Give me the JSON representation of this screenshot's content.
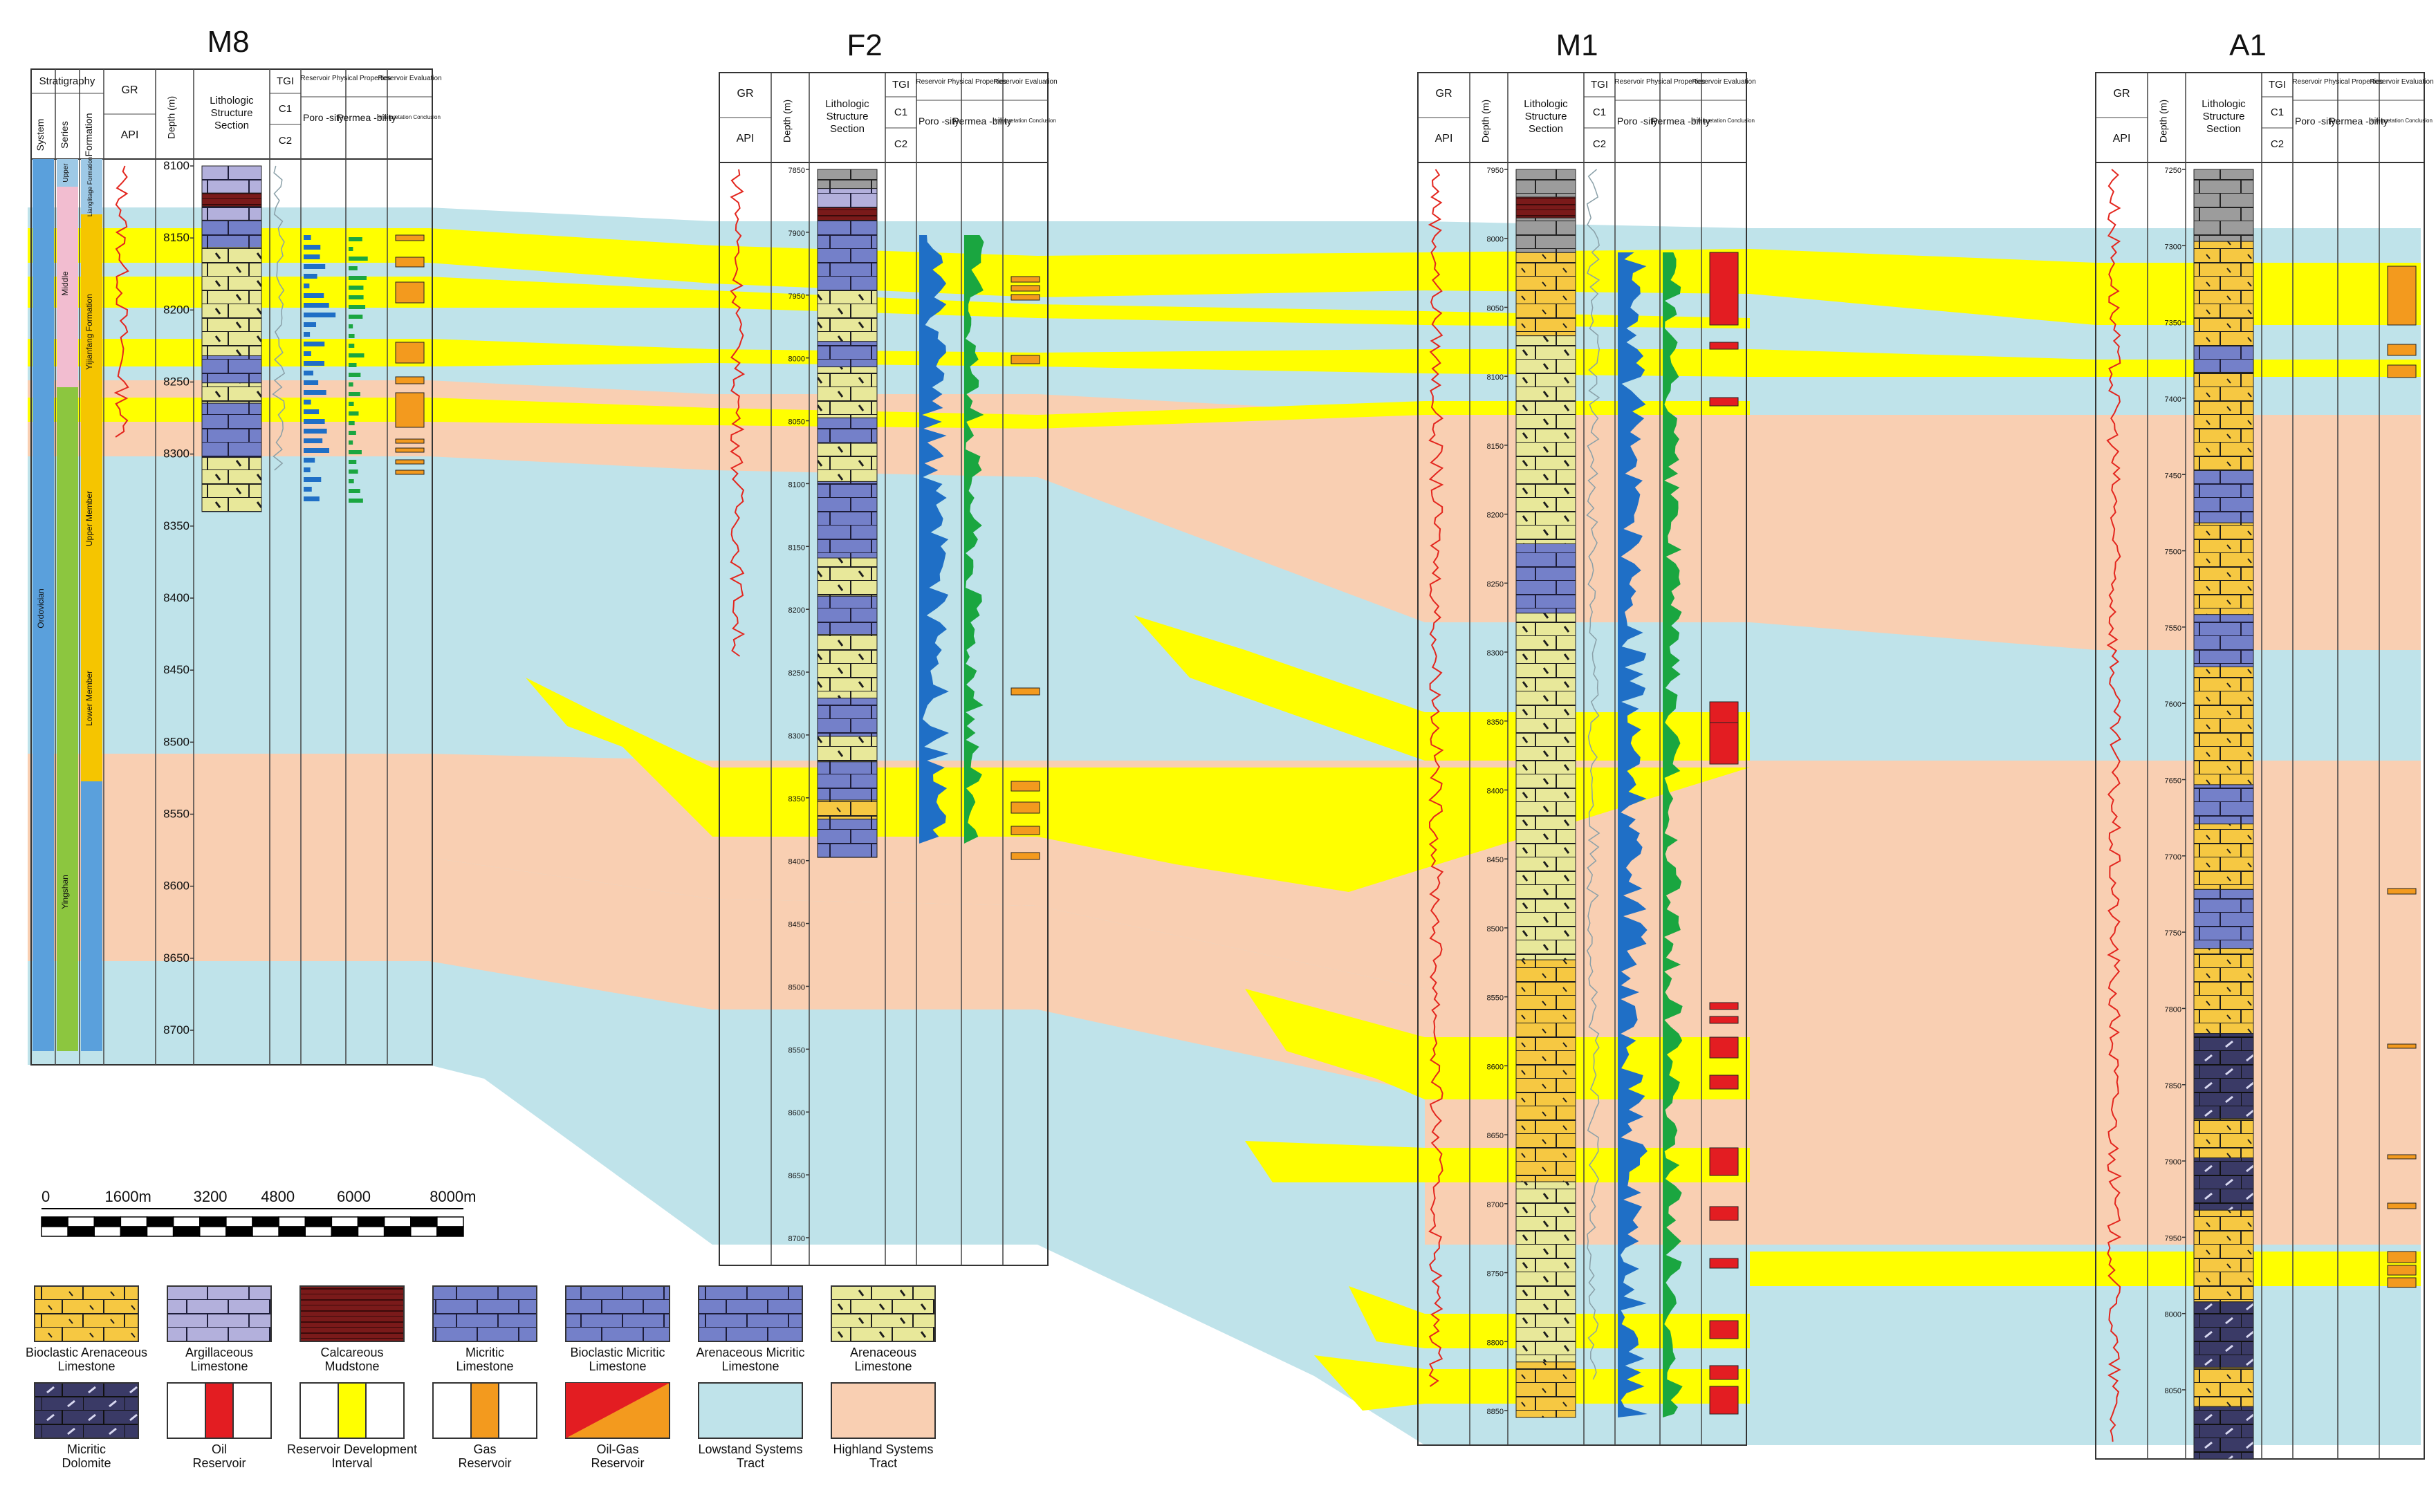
{
  "wells": [
    {
      "id": "M8",
      "name": "M8",
      "cols": {
        "strat": "Stratigraphy",
        "system": "System",
        "series": "Series",
        "formation": "Formation",
        "gr": "GR",
        "api": "API",
        "depth": "Depth (m)",
        "litho": "Lithologic Structure Section",
        "tgi": "TGI",
        "c1": "C1",
        "c2": "C2",
        "rpp": "Reservoir Physical Properties",
        "poro": "Poro -sity",
        "perm": "Permea -bility",
        "reval": "Reservoir Evaluation",
        "interp": "Interpretation Conclusion"
      },
      "depth_ticks": [
        "8100",
        "8150",
        "8200",
        "8250",
        "8300",
        "8350",
        "8400",
        "8450",
        "8500",
        "8550",
        "8600",
        "8650",
        "8700"
      ],
      "strat_labels": {
        "series_upper": "Upper",
        "series_middle": "Middle",
        "system": "Ordovician",
        "formation_1": "Lianglitage Formation",
        "formation_2": "Yijianfang Formation",
        "formation_3": "Upper Member",
        "formation_4": "Lower Member",
        "formation_5": "Yingshan"
      }
    },
    {
      "id": "F2",
      "name": "F2",
      "cols": {
        "gr": "GR",
        "api": "API",
        "depth": "Depth (m)",
        "litho": "Lithologic Structure Section",
        "tgi": "TGI",
        "c1": "C1",
        "c2": "C2",
        "rpp": "Reservoir Physical Properties",
        "poro": "Poro -sity",
        "perm": "Permea -bility",
        "reval": "Reservoir Evaluation",
        "interp": "Interpretation Conclusion"
      },
      "depth_ticks": [
        "7850",
        "7900",
        "7950",
        "8000",
        "8050",
        "8100",
        "8150",
        "8200",
        "8250",
        "8300",
        "8350",
        "8400",
        "8450",
        "8500",
        "8550",
        "8600",
        "8650",
        "8700"
      ]
    },
    {
      "id": "M1",
      "name": "M1",
      "cols": {
        "gr": "GR",
        "api": "API",
        "depth": "Depth (m)",
        "litho": "Lithologic Structure Section",
        "tgi": "TGI",
        "c1": "C1",
        "c2": "C2",
        "rpp": "Reservoir Physical Properties",
        "poro": "Poro -sity",
        "perm": "Permea -bility",
        "reval": "Reservoir Evaluation",
        "interp": "Interpretation Conclusion"
      },
      "depth_ticks": [
        "7950",
        "8000",
        "8050",
        "8100",
        "8150",
        "8200",
        "8250",
        "8300",
        "8350",
        "8400",
        "8450",
        "8500",
        "8550",
        "8600",
        "8650",
        "8700",
        "8750",
        "8800",
        "8850"
      ]
    },
    {
      "id": "A1",
      "name": "A1",
      "cols": {
        "gr": "GR",
        "api": "API",
        "depth": "Depth (m)",
        "litho": "Lithologic Structure Section",
        "tgi": "TGI",
        "c1": "C1",
        "c2": "C2",
        "rpp": "Reservoir Physical Properties",
        "poro": "Poro -sity",
        "perm": "Permea -bility",
        "reval": "Reservoir Evaluation",
        "interp": "Interpretation Conclusion"
      },
      "depth_ticks": [
        "7250",
        "7300",
        "7350",
        "7400",
        "7450",
        "7500",
        "7550",
        "7600",
        "7650",
        "7700",
        "7750",
        "7800",
        "7850",
        "7900",
        "7950",
        "8000",
        "8050"
      ]
    }
  ],
  "scale_bar": {
    "labels": [
      "0",
      "1600m",
      "3200",
      "4800",
      "6000",
      "8000m"
    ]
  },
  "legend": [
    {
      "key": "bioclastic-arenaceous-limestone",
      "label": "Bioclastic Arenaceous Limestone",
      "color": "#f6c842"
    },
    {
      "key": "argillaceous-limestone",
      "label": "Argillaceous Limestone",
      "color": "#b3b0dc"
    },
    {
      "key": "calcareous-mudstone",
      "label": "Calcareous Mudstone",
      "color": "#7a1a1a"
    },
    {
      "key": "micritic-limestone",
      "label": "Micritic Limestone",
      "color": "#7480c9"
    },
    {
      "key": "bioclastic-micritic-limestone",
      "label": "Bioclastic Micritic Limestone",
      "color": "#7480c9"
    },
    {
      "key": "arenaceous-micritic-limestone",
      "label": "Arenaceous Micritic Limestone",
      "color": "#7480c9"
    },
    {
      "key": "arenaceous-limestone",
      "label": "Arenaceous Limestone",
      "color": "#e8e89a"
    },
    {
      "key": "micritic-dolomite",
      "label": "Micritic Dolomite",
      "color": "#b9a6c6"
    },
    {
      "key": "oil-reservoir",
      "label": "Oil Reservoir",
      "color": "#e31d22"
    },
    {
      "key": "reservoir-development-interval",
      "label": "Reservoir Development Interval",
      "color": "#ffff00"
    },
    {
      "key": "gas-reservoir",
      "label": "Gas Reservoir",
      "color": "#f39a1e"
    },
    {
      "key": "oil-gas-reservoir",
      "label": "Oil-Gas Reservoir",
      "color": "#e31d22"
    },
    {
      "key": "lowstand-systems-tract",
      "label": "Lowstand Systems Tract",
      "color": "#bfe3ea"
    },
    {
      "key": "highland-systems-tract",
      "label": "Highland Systems Tract",
      "color": "#f9cfb2"
    }
  ],
  "colors": {
    "lst": "#bfe3ea",
    "hst": "#f9cfb2",
    "yellow": "#ffff00",
    "gr_curve": "#e3261e",
    "poro": "#1f6fc6",
    "perm": "#1aa640",
    "gas": "#f39a1e",
    "oil": "#e31d22"
  }
}
